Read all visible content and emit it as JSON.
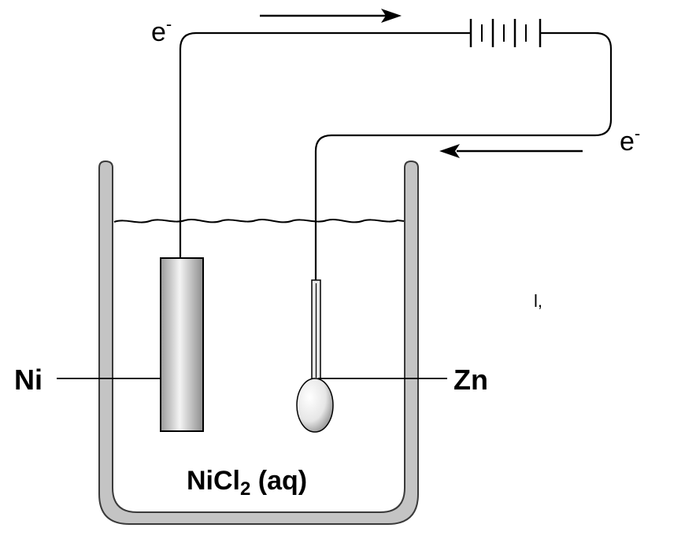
{
  "labels": {
    "electron_top": "e",
    "electron_right": "e",
    "electron_sup": "-",
    "electrode_left": "Ni",
    "electrode_right": "Zn",
    "solution_main": "NiCl",
    "solution_sub": "2",
    "solution_state": " (aq)",
    "stray_mark": "l,"
  },
  "colors": {
    "wire": "#000000",
    "beaker_fill": "#c4c4c4",
    "beaker_outline": "#3a3a3a",
    "electrode_gradient": [
      "#9a9a9a",
      "#f4f4f4",
      "#8c8c8c"
    ]
  }
}
